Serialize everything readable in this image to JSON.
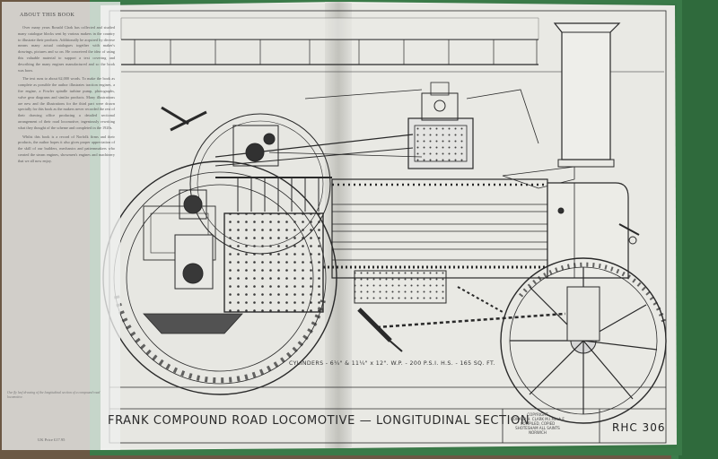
{
  "blurb": {
    "heading": "ABOUT THIS BOOK",
    "paragraphs": [
      "Over many years Ronald Clark has collected and studied many catalogue blocks sent by various makers in the country to illustrate their products. Additionally he acquired by diverse means many actual catalogues together with maker's drawings, pictures and so on. He conceived the idea of using this valuable material to support a text covering and describing the many engines manufactured and so the book was born.",
      "The text runs to about 62,000 words. To make the book as complete as possible the author illustrates traction engines, a fire engine, a Fowler spindle turbine pump, photographs, valve gear diagrams and similar products. Many illustrations are new and the illustrations for the third part were drawn specially for this book as the makers never recorded the rest of their drawing office producing a detailed sectional arrangement of their road locomotive, ingeniously rewriting what they thought of the scheme and completed in the 1920s.",
      "Whilst this book is a record of Norfolk firms and their products, the author hopes it also gives proper appreciation of the skill of our builders, mechanics and patternmakers who created the steam engines, showmen's engines and machinery that we all now enjoy."
    ],
    "caption": "Our fly leaf drawing of the longitudinal section of a compound road locomotive.",
    "price": "UK Price  £17.95"
  },
  "drawing": {
    "title": "FRANK COMPOUND ROAD LOCOMOTIVE — LONGITUDINAL SECTION",
    "cylinders_note": "CYLINDERS - 6¼\" & 11¼\" x 12\".  W.P. - 200 P.S.I.  H.S. - 165 SQ. FT.",
    "copyright_lines": [
      "COPYRIGHT",
      "RONALD H. CLARK M.I.Mech.E",
      "COMPILED, COPIED",
      "SHOTESHAM ALL SAINTS",
      "NORWICH"
    ],
    "drawing_number": "RHC 306"
  },
  "colors": {
    "desk": "#6e5a45",
    "page": "#efefeb",
    "ink": "#2a2a2a",
    "cover": "#3f7f4c"
  }
}
